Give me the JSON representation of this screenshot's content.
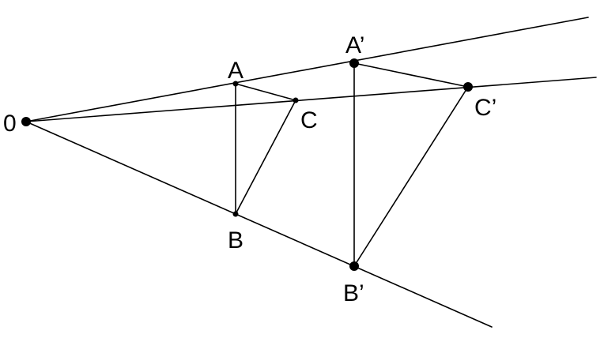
{
  "diagram": {
    "center_label": "0",
    "points": {
      "A": "A",
      "B": "B",
      "C": "C",
      "A_prime": "A’",
      "B_prime": "B’",
      "C_prime": "C’"
    },
    "colors": {
      "line": "#000000",
      "background": "#ffffff"
    }
  }
}
